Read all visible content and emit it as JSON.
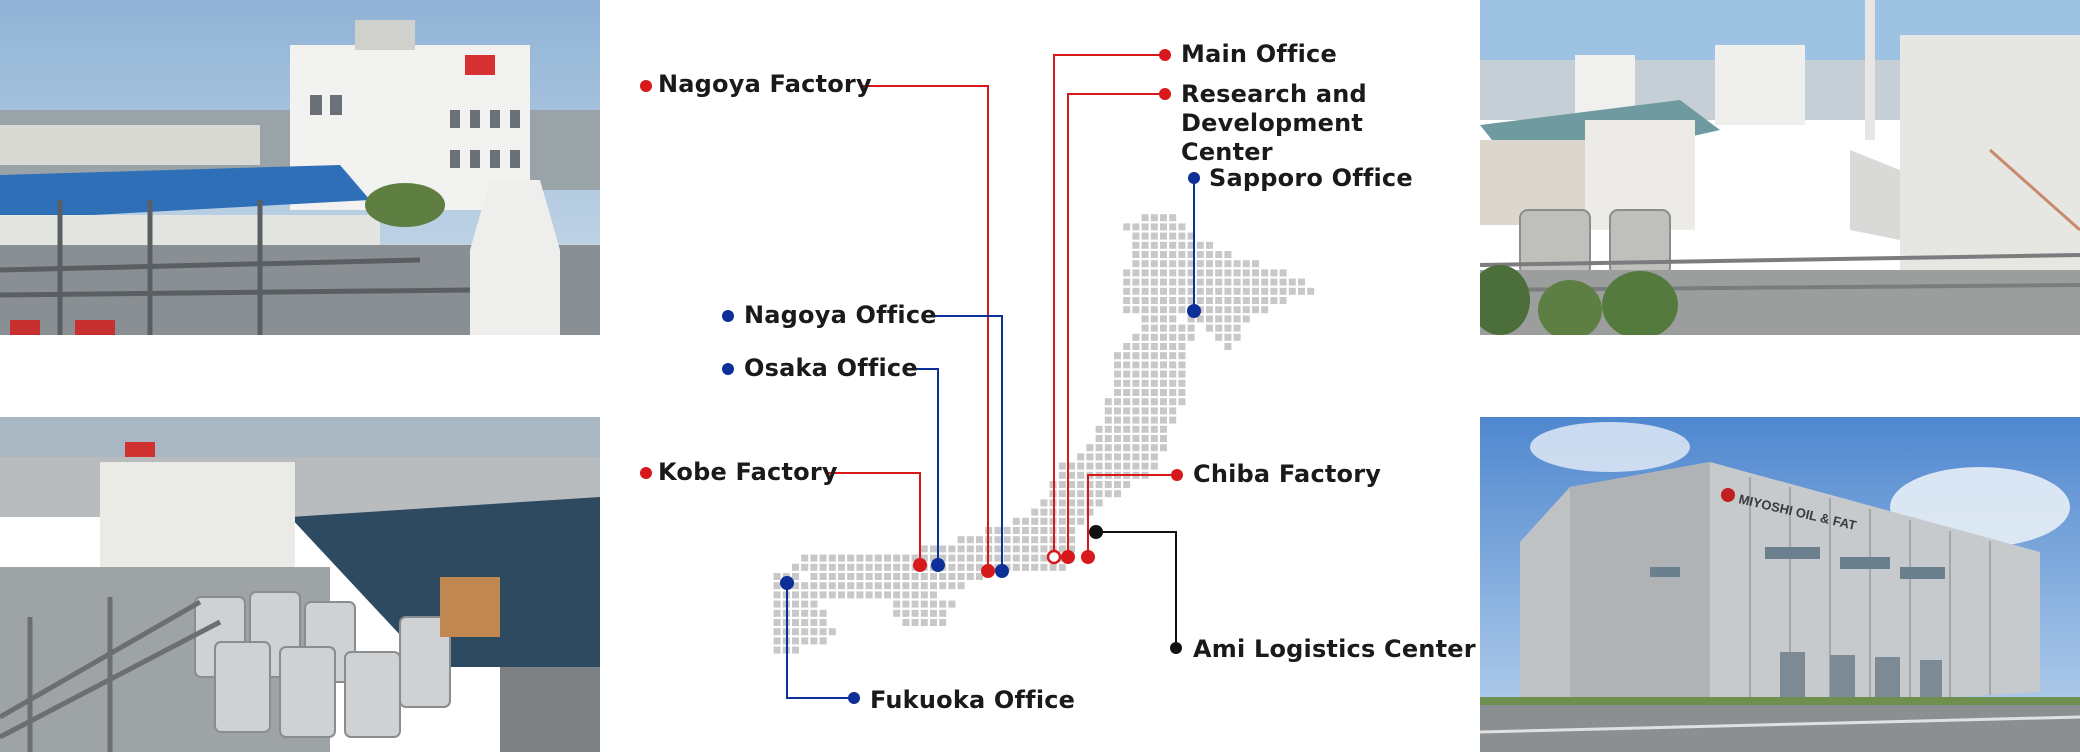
{
  "colors": {
    "factory": "#d7191c",
    "office": "#0d2f98",
    "logistics": "#111111",
    "grid": "#c8c8c8"
  },
  "locations": {
    "nagoya_factory": {
      "label": "Nagoya Factory",
      "type": "factory"
    },
    "main_office": {
      "label": "Main Office",
      "type": "factory"
    },
    "research_center": {
      "label": "Research and Development Center",
      "type": "factory"
    },
    "sapporo_office": {
      "label": "Sapporo Office",
      "type": "office"
    },
    "nagoya_office": {
      "label": "Nagoya Office",
      "type": "office"
    },
    "osaka_office": {
      "label": "Osaka Office",
      "type": "office"
    },
    "kobe_factory": {
      "label": "Kobe Factory",
      "type": "factory"
    },
    "chiba_factory": {
      "label": "Chiba Factory",
      "type": "factory"
    },
    "ami_logistics": {
      "label": "Ami Logistics Center",
      "type": "logistics"
    },
    "fukuoka_office": {
      "label": "Fukuoka Office",
      "type": "office"
    }
  },
  "photos": {
    "top_left": {
      "icon": "factory-photo"
    },
    "bottom_left": {
      "icon": "harbor-factory-photo"
    },
    "top_right": {
      "icon": "plant-aerial-photo"
    },
    "bottom_right": {
      "icon": "warehouse-photo",
      "sign": "MIYOSHI OIL & FAT"
    }
  }
}
